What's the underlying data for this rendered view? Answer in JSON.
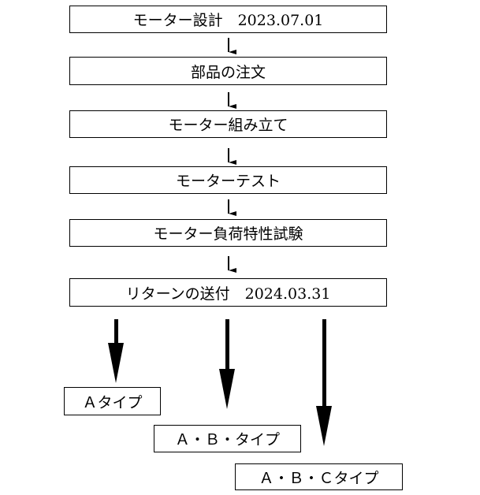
{
  "steps": [
    "モーター設計　2023.07.01",
    "部品の注文",
    "モーター組み立て",
    "モーターテスト",
    "モーター負荷特性試験",
    "リターンの送付　2024.03.31"
  ],
  "outcomes": [
    "Ａタイプ",
    "Ａ・Ｂ・タイプ",
    "Ａ・Ｂ・Ｃタイプ"
  ]
}
